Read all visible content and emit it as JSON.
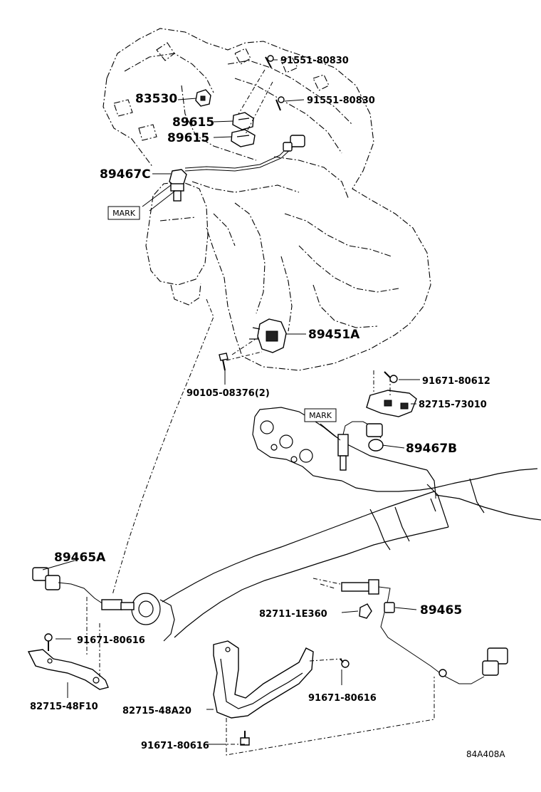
{
  "labels": {
    "p1": "91551-80830",
    "p2": "83530",
    "p3": "91551-80830",
    "p4": "89615",
    "p5": "89615",
    "p6": "89467C",
    "p7": "89451A",
    "p8": "90105-08376(2)",
    "p9": "91671-80612",
    "p10": "82715-73010",
    "p11": "89467B",
    "p12": "89465A",
    "p13": "82711-1E360",
    "p14": "89465",
    "p15": "91671-80616",
    "p16": "82715-48F10",
    "p17": "82715-48A20",
    "p18": "91671-80616",
    "p19": "91671-80616"
  },
  "marks": {
    "mark1": "MARK",
    "mark2": "MARK"
  },
  "reference_code": "84A408A"
}
